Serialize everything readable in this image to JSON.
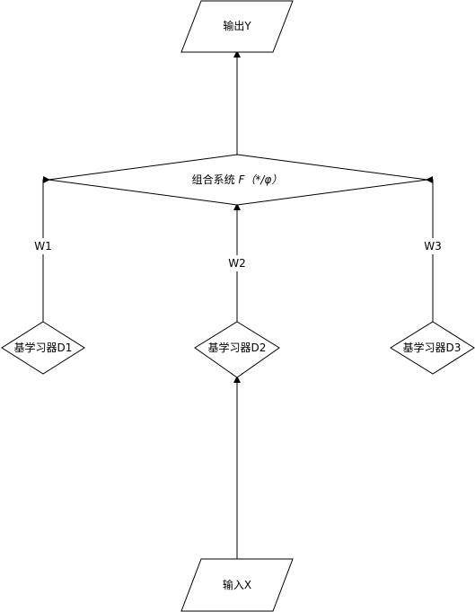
{
  "diagram": {
    "output_label": "输出Y",
    "input_label": "输入X",
    "combine": {
      "label_prefix": "组合系统 ",
      "label_formula": "F（*/φ）"
    },
    "learners": [
      {
        "label": "基学习器D1",
        "weight": "W1"
      },
      {
        "label": "基学习器D2",
        "weight": "W2"
      },
      {
        "label": "基学习器D3",
        "weight": "W3"
      }
    ]
  }
}
